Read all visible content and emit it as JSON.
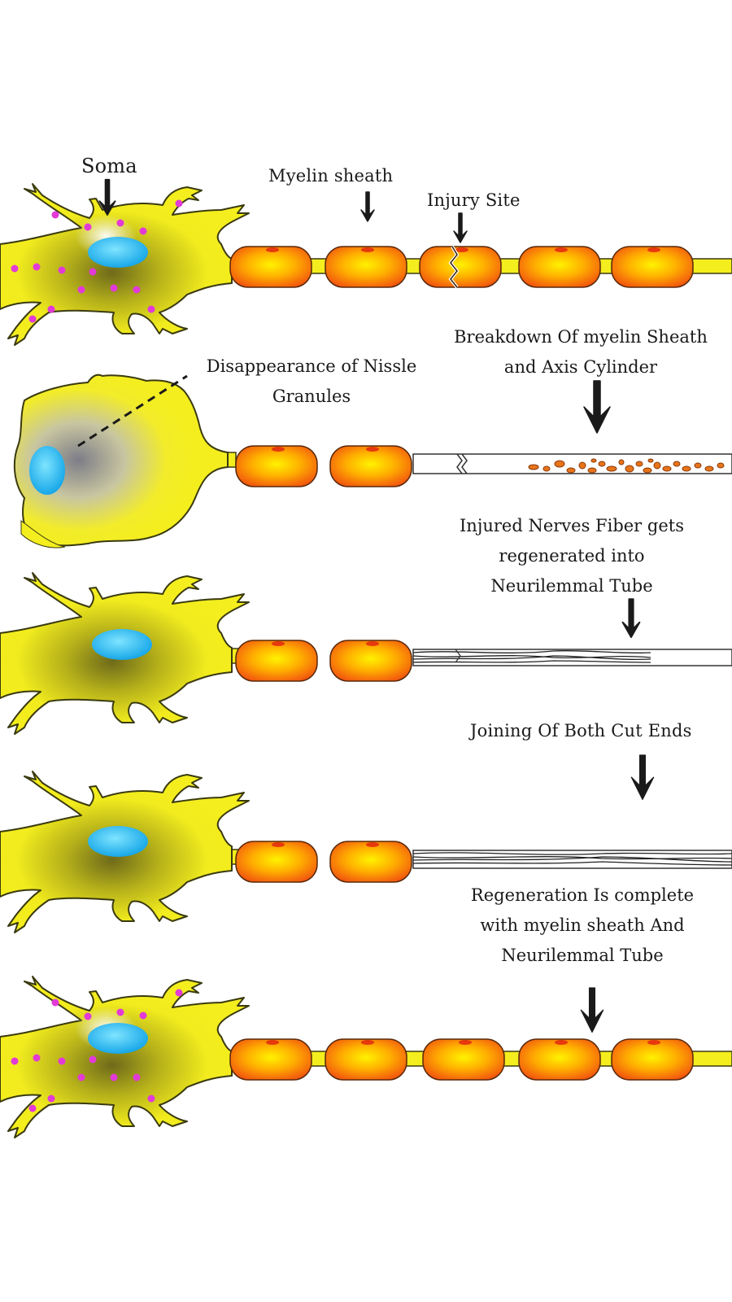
{
  "labels": {
    "soma": "Soma",
    "myelin_sheath": "Myelin sheath",
    "injury_site": "Injury Site",
    "nissle": [
      "Disappearance of Nissle",
      "Granules"
    ],
    "breakdown": [
      "Breakdown Of myelin Sheath",
      "and Axis Cylinder"
    ],
    "injured": [
      "Injured Nerves Fiber gets",
      "regenerated into",
      "Neurilemmal Tube"
    ],
    "joining": "Joining Of Both Cut Ends",
    "complete": [
      "Regeneration Is complete",
      "with myelin sheath And",
      "Neurilemmal Tube"
    ]
  },
  "colors": {
    "cell_body": "#f4ee1e",
    "cell_outline": "#3a3a10",
    "nucleus": "#2fb9f0",
    "nissl_granule": "#e23ad6",
    "myelin_outer": "#f05a10",
    "myelin_inner": "#ffcc00",
    "axon": "#f4ee1e",
    "arrow": "#1a1a1a"
  }
}
